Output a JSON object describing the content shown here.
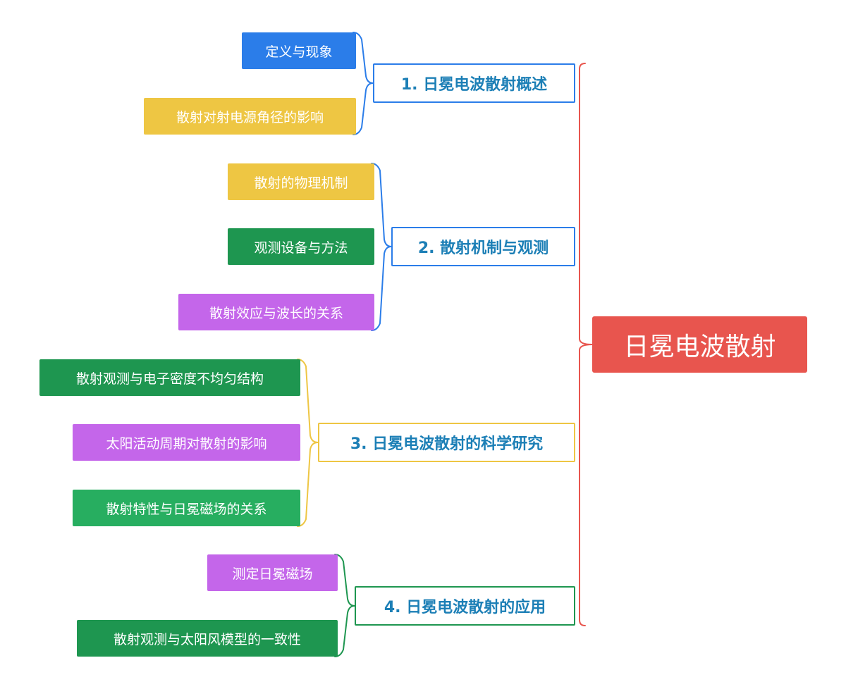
{
  "root": {
    "label": "日冕电波散射",
    "color": "#e8554e"
  },
  "branches": [
    {
      "label": "1. 日冕电波散射概述",
      "color": "#2b7de9",
      "leaves": [
        {
          "label": "定义与现象",
          "color": "#2b7de9"
        },
        {
          "label": "散射对射电源角径的影响",
          "color": "#eec643"
        }
      ]
    },
    {
      "label": "2. 散射机制与观测",
      "color": "#2b7de9",
      "leaves": [
        {
          "label": "散射的物理机制",
          "color": "#eec643"
        },
        {
          "label": "观测设备与方法",
          "color": "#1e9650"
        },
        {
          "label": "散射效应与波长的关系",
          "color": "#c466ea"
        }
      ]
    },
    {
      "label": "3. 日冕电波散射的科学研究",
      "color": "#eec643",
      "leaves": [
        {
          "label": "散射观测与电子密度不均匀结构",
          "color": "#1e9650"
        },
        {
          "label": "太阳活动周期对散射的影响",
          "color": "#c466ea"
        },
        {
          "label": "散射特性与日冕磁场的关系",
          "color": "#27ae60"
        }
      ]
    },
    {
      "label": "4. 日冕电波散射的应用",
      "color": "#1e9650",
      "leaves": [
        {
          "label": "测定日冕磁场",
          "color": "#c466ea"
        },
        {
          "label": "散射观测与太阳风模型的一致性",
          "color": "#1e9650"
        }
      ]
    }
  ]
}
